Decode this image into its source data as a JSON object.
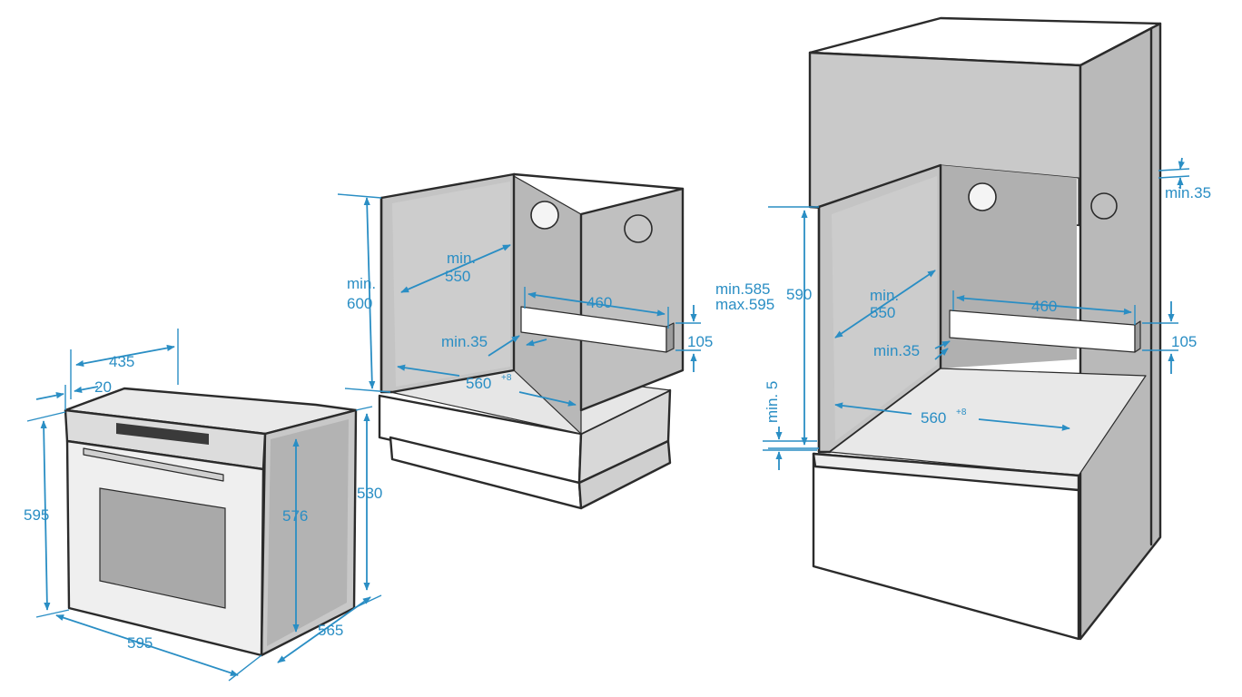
{
  "colors": {
    "dimension": "#2a8ec4",
    "outline": "#2b2b2b",
    "wall": "#c2c2c2",
    "wall_dark": "#b1b1b1",
    "wall_light": "#d8d8d8",
    "surface": "#e9e9e9",
    "white": "#ffffff"
  },
  "oven": {
    "width": "595",
    "height": "595",
    "depth": "565",
    "body_depth": "530",
    "inner_height": "576",
    "top_width": "435",
    "front_offset": "20"
  },
  "cabinet_under_counter": {
    "min_height": "min.\n600",
    "min_depth": "min.\n550",
    "cutout_width": "460",
    "cutout_height": "105",
    "rear_gap": "min.35",
    "niche_width": "560",
    "niche_width_tolerance": "+8"
  },
  "cabinet_tall": {
    "niche_height_range": "min.585\nmax.595",
    "niche_height": "590",
    "min_depth": "min.\n550",
    "cutout_width": "460",
    "cutout_height": "105",
    "rear_gap": "min.35",
    "top_gap": "min.35",
    "floor_gap": "min. 5",
    "niche_width": "560",
    "niche_width_tolerance": "+8"
  }
}
